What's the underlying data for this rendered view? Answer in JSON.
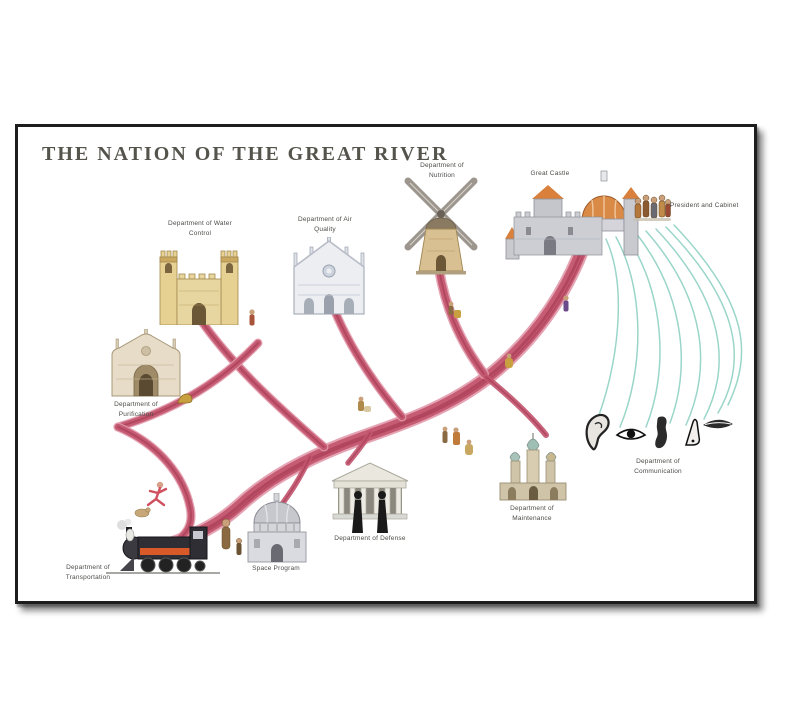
{
  "poster": {
    "title": "THE NATION OF THE GREAT RIVER",
    "labels": {
      "water_control": "Department of Water Control",
      "air_quality": "Department of Air Quality",
      "nutrition": "Department of Nutrition",
      "great_castle": "Great Castle",
      "president": "President and Cabinet",
      "purification": "Department of Purification",
      "communication": "Department of Communication",
      "maintenance": "Department of Maintenance",
      "defense": "Department of Defense",
      "space_program": "Space Program",
      "transportation": "Department of Transportation"
    },
    "colors": {
      "river": "#c2566f",
      "river_dark": "#a73a55",
      "river_light": "#e29aac",
      "nerve": "#8fd0c3",
      "frame": "#1d1d1d",
      "title_text": "#55544c",
      "label_text": "#4c4c48",
      "paper": "#ffffff"
    }
  }
}
